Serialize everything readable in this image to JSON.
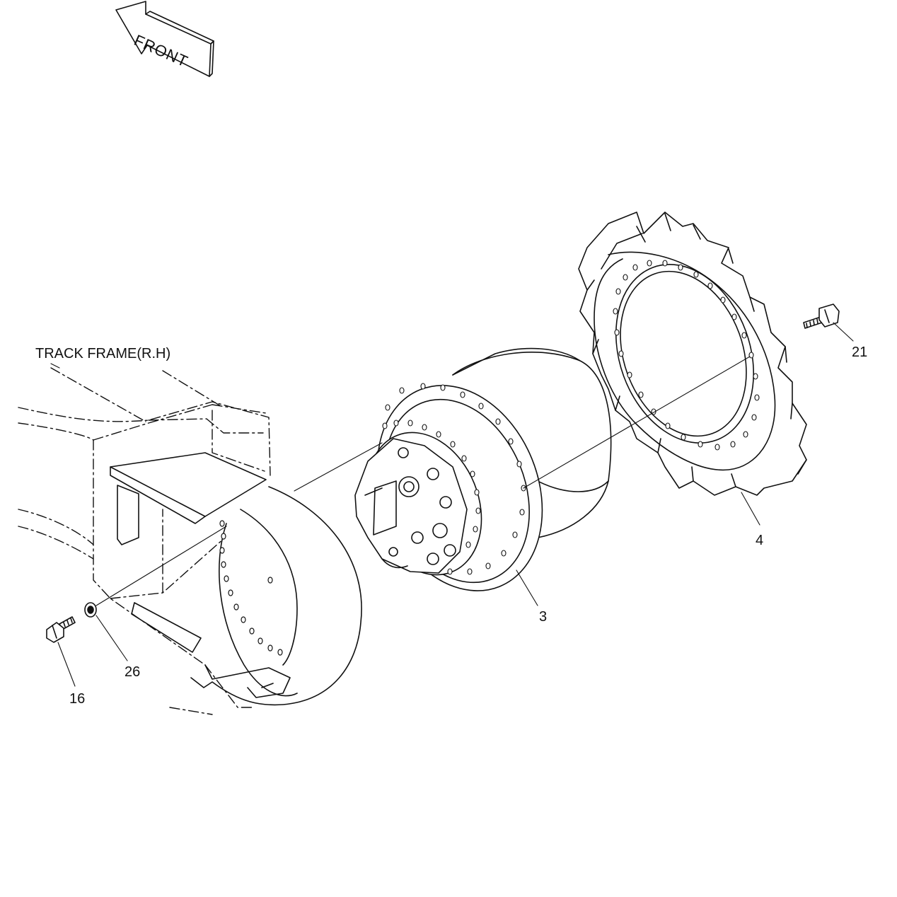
{
  "orientation": {
    "arrow_label": "FRONT",
    "arrow_icon": "front-direction-arrow-icon"
  },
  "callouts": {
    "track_frame": "TRACK FRAME(R.H)",
    "part_3": "3",
    "part_4": "4",
    "part_16": "16",
    "part_21": "21",
    "part_26": "26"
  },
  "parts": [
    {
      "number": "3",
      "icon": "travel-motor-reducer-icon"
    },
    {
      "number": "4",
      "icon": "sprocket-icon"
    },
    {
      "number": "16",
      "icon": "hex-bolt-icon"
    },
    {
      "number": "21",
      "icon": "hex-bolt-icon"
    },
    {
      "number": "26",
      "icon": "washer-icon"
    }
  ],
  "colors": {
    "line": "#111111",
    "background": "#ffffff"
  }
}
